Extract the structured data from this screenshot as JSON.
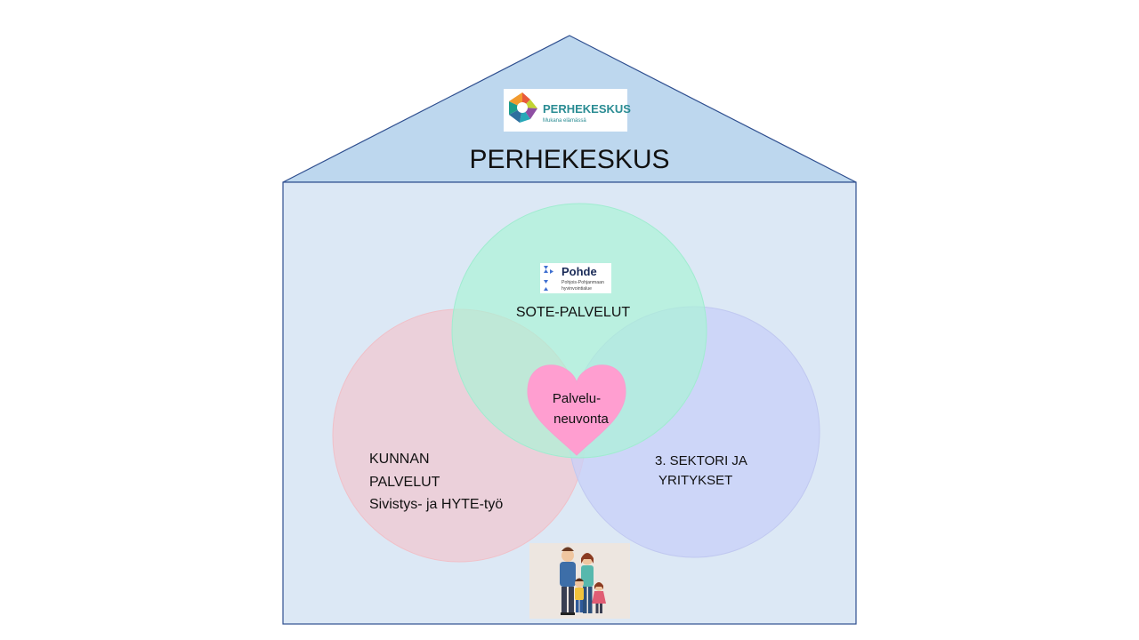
{
  "house": {
    "title": "PERHEKESKUS",
    "colors": {
      "roof": "#bdd7ee",
      "body": "#dce8f5",
      "outline": "#2f4f8f"
    }
  },
  "logo_perhekeskus": {
    "name": "PERHEKESKUS",
    "tagline": "Mukana elämässä"
  },
  "logo_pohde": {
    "name": "Pohde",
    "subtitle_line1": "Pohjois-Pohjanmaan",
    "subtitle_line2": "hyvinvointialue"
  },
  "circles": {
    "sote": {
      "label": "SOTE-PALVELUT",
      "color": "#a9f3d6"
    },
    "kunta": {
      "line1": "KUNNAN",
      "line2": "PALVELUT",
      "line3": "Sivistys- ja HYTE-työ",
      "color": "#f0c8d0"
    },
    "sektori": {
      "line1": "3. SEKTORI JA",
      "line2": "YRITYKSET",
      "color": "#c8d0f8"
    }
  },
  "heart": {
    "line1": "Palvelu-",
    "line2": "neuvonta",
    "color": "#ff9ed0"
  },
  "family": {
    "icon": "family-icon"
  }
}
